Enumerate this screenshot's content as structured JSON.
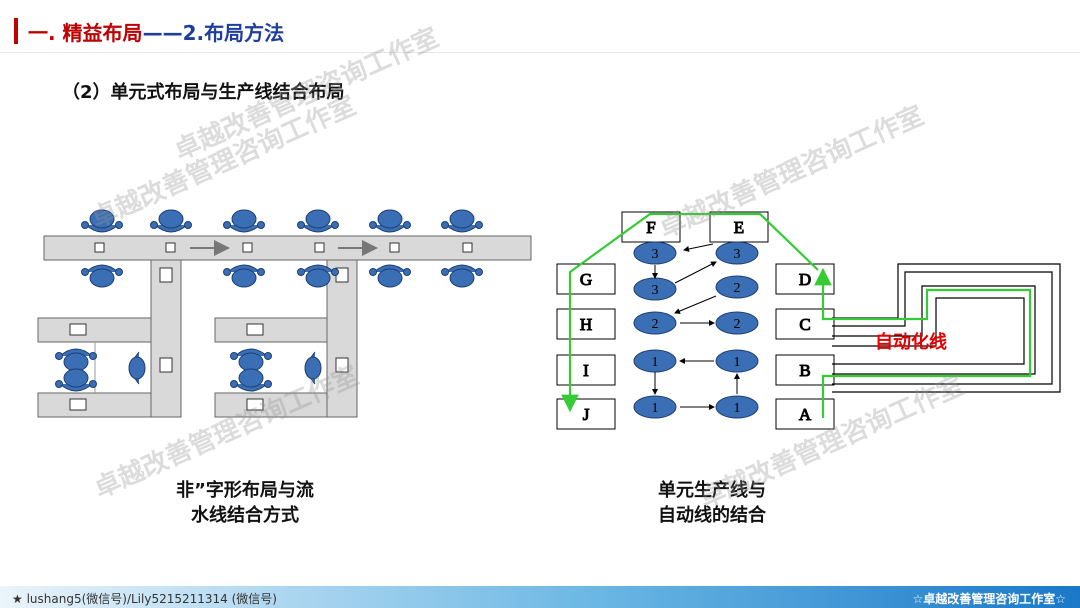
{
  "header": {
    "title_part1": "一. 精益布局",
    "title_part2": "——2.布局方法"
  },
  "subtitle": "（2）单元式布局与生产线结合布局",
  "left_diagram": {
    "caption_line1": "非”字形布局与流",
    "caption_line2": "水线结合方式"
  },
  "right_diagram": {
    "stations_left": [
      "F",
      "G",
      "H",
      "I",
      "J"
    ],
    "stations_right": [
      "E",
      "D",
      "C",
      "B",
      "A"
    ],
    "operators": [
      "3",
      "3",
      "3",
      "2",
      "2",
      "2",
      "1",
      "1",
      "1",
      "1"
    ],
    "automation_label": "自动化线",
    "caption_line1": "单元生产线与",
    "caption_line2": "自动线的结合"
  },
  "watermark": "卓越改善管理咨询工作室",
  "footer": {
    "left_text": "★ lushang5(微信号)/Lily5215211314 (微信号)",
    "right_text": "☆卓越改善管理咨询工作室☆"
  },
  "colors": {
    "title_red": "#c00000",
    "title_blue": "#1f3e9c",
    "operator_blue": "#3a6fb5",
    "flow_green": "#33cc33",
    "label_red": "#e60000"
  }
}
